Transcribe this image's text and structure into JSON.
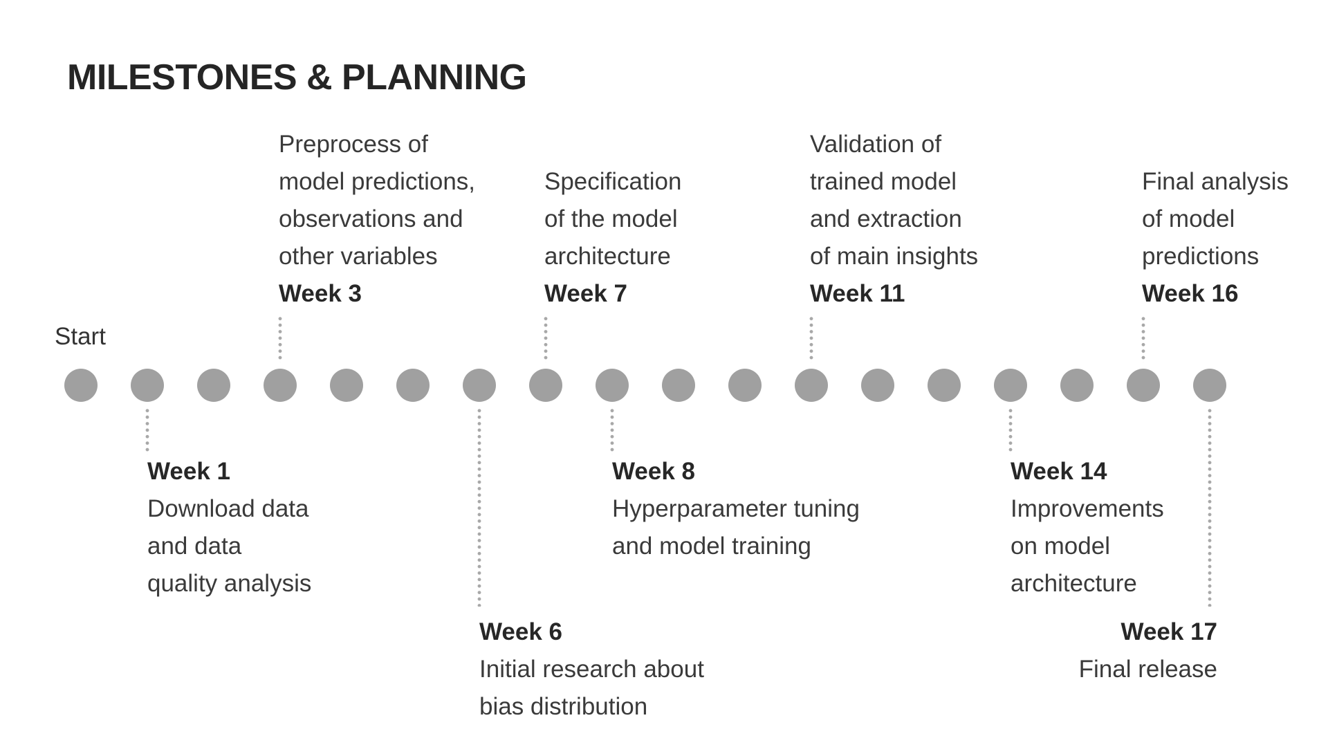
{
  "title": "MILESTONES & PLANNING",
  "start_label": "Start",
  "timeline": {
    "dot_count": 18,
    "dot_color": "#a0a0a0",
    "connector_color": "#a8a8a8",
    "background_color": "#ffffff",
    "title_color": "#252525",
    "text_color": "#3a3a3a"
  },
  "milestones": {
    "above": [
      {
        "week_label": "Week 3",
        "lines": [
          "Preprocess of",
          "model predictions,",
          "observations and",
          "other variables"
        ],
        "dot_index": 3
      },
      {
        "week_label": "Week 7",
        "lines": [
          "Specification",
          "of the model",
          "architecture"
        ],
        "dot_index": 7
      },
      {
        "week_label": "Week 11",
        "lines": [
          "Validation of",
          "trained model",
          "and extraction",
          "of main insights"
        ],
        "dot_index": 11
      },
      {
        "week_label": "Week 16",
        "lines": [
          "Final analysis",
          "of model",
          "predictions"
        ],
        "dot_index": 16
      }
    ],
    "below": [
      {
        "week_label": "Week 1",
        "lines": [
          "Download data",
          "and data",
          "quality analysis"
        ],
        "dot_index": 1,
        "long_connector": false
      },
      {
        "week_label": "Week 6",
        "lines": [
          "Initial research about",
          "bias distribution"
        ],
        "dot_index": 6,
        "long_connector": true
      },
      {
        "week_label": "Week 8",
        "lines": [
          "Hyperparameter tuning",
          "and model training"
        ],
        "dot_index": 8,
        "long_connector": false
      },
      {
        "week_label": "Week 14",
        "lines": [
          "Improvements",
          "on model",
          "architecture"
        ],
        "dot_index": 14,
        "long_connector": false
      },
      {
        "week_label": "Week 17",
        "lines": [
          "Final release"
        ],
        "dot_index": 17,
        "long_connector": true,
        "align": "right"
      }
    ]
  }
}
